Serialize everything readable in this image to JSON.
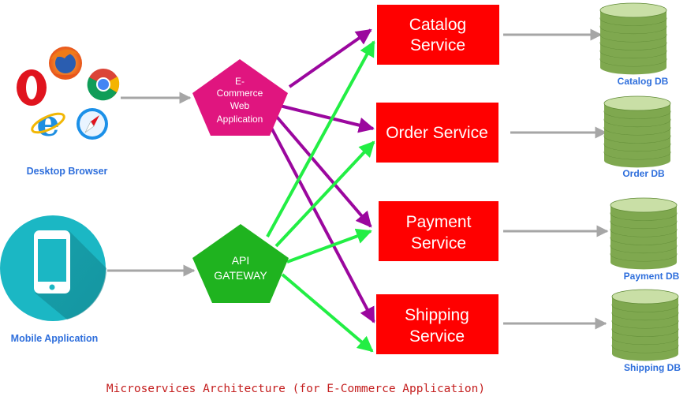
{
  "clients": {
    "desktop": {
      "label": "Desktop Browser",
      "icons": [
        "opera-icon",
        "firefox-icon",
        "chrome-icon",
        "internet-explorer-icon",
        "safari-icon"
      ]
    },
    "mobile": {
      "label": "Mobile Application",
      "icon": "smartphone-icon"
    }
  },
  "hubs": {
    "web_app": {
      "lines": [
        "E-",
        "Commerce",
        "Web",
        "Application"
      ],
      "color": "#e0157f"
    },
    "api_gateway": {
      "lines": [
        "API",
        "GATEWAY"
      ],
      "color": "#1fb31f"
    }
  },
  "services": [
    {
      "lines": [
        "Catalog",
        "Service"
      ],
      "db": "Catalog DB"
    },
    {
      "lines": [
        "Order Service"
      ],
      "db": "Order DB"
    },
    {
      "lines": [
        "Payment",
        "Service"
      ],
      "db": "Payment DB"
    },
    {
      "lines": [
        "Shipping",
        "Service"
      ],
      "db": "Shipping DB"
    }
  ],
  "colors": {
    "service_fill": "#ff0000",
    "web_app_arrow": "#9b079e",
    "gateway_arrow": "#22ee44",
    "neutral_arrow": "#a6a6a6",
    "db_green": "#7fa84f",
    "db_light": "#c9dfa6",
    "label_blue": "#2f6fdc",
    "caption_red": "#c41e1e",
    "mobile_teal": "#1bb7c4"
  },
  "caption": "Microservices Architecture (for E-Commerce Application)"
}
